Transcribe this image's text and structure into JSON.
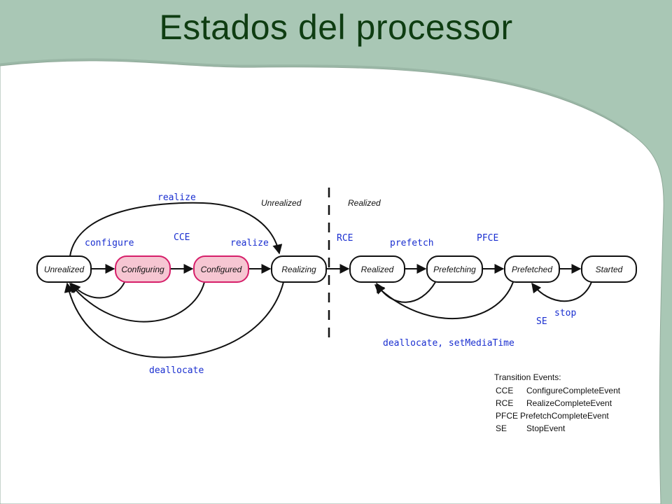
{
  "title": "Estados del processor",
  "regions": {
    "left": "Unrealized",
    "right": "Realized"
  },
  "states": {
    "unrealized": "Unrealized",
    "configuring": "Configuring",
    "configured": "Configured",
    "realizing": "Realizing",
    "realized": "Realized",
    "prefetching": "Prefetching",
    "prefetched": "Prefetched",
    "started": "Started"
  },
  "events": {
    "realize_top": "realize",
    "configure": "configure",
    "cce": "CCE",
    "realize": "realize",
    "rce": "RCE",
    "prefetch": "prefetch",
    "pfce": "PFCE",
    "stop": "stop",
    "se": "SE",
    "deallocate_set": "deallocate, setMediaTime",
    "deallocate": "deallocate"
  },
  "legend": {
    "title": "Transition Events:",
    "items": [
      {
        "abbr": "CCE",
        "desc": "ConfigureCompleteEvent"
      },
      {
        "abbr": "RCE",
        "desc": "RealizeCompleteEvent"
      },
      {
        "abbr": "PFCE",
        "desc": "PrefetchCompleteEvent"
      },
      {
        "abbr": "SE",
        "desc": "StopEvent"
      }
    ]
  },
  "colors": {
    "background": "#a9c7b5",
    "title": "#0f3d12",
    "highlight_fill": "#f6c6d2",
    "highlight_stroke": "#d61f6a",
    "event_text": "#1a2fd0"
  }
}
